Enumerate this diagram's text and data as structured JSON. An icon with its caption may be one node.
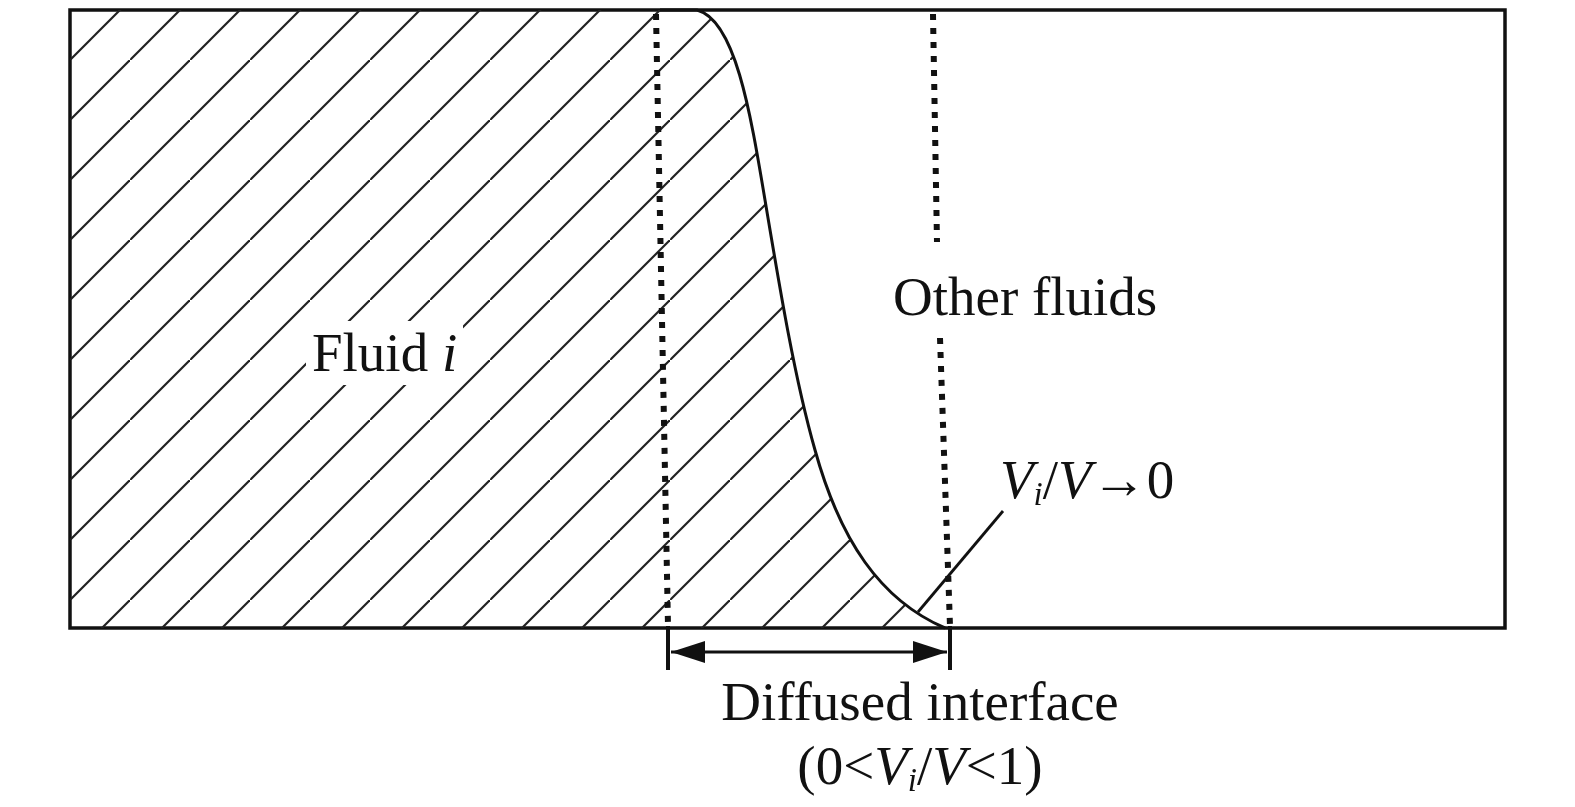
{
  "diagram": {
    "nodes": [
      {
        "text": [
          "Fluid *i*"
        ]
      },
      {
        "text": [
          "*V*$_{i}$/*V*→0"
        ]
      }
    ],
    "edges": [
      {
        "from": 1,
        "to": 0,
        "arrow": "none"
      }
    ],
    "labels": [
      "Other fluids",
      "Diffused interface (0<*V*$_{i}$/*V*<1)"
    ]
  }
}
